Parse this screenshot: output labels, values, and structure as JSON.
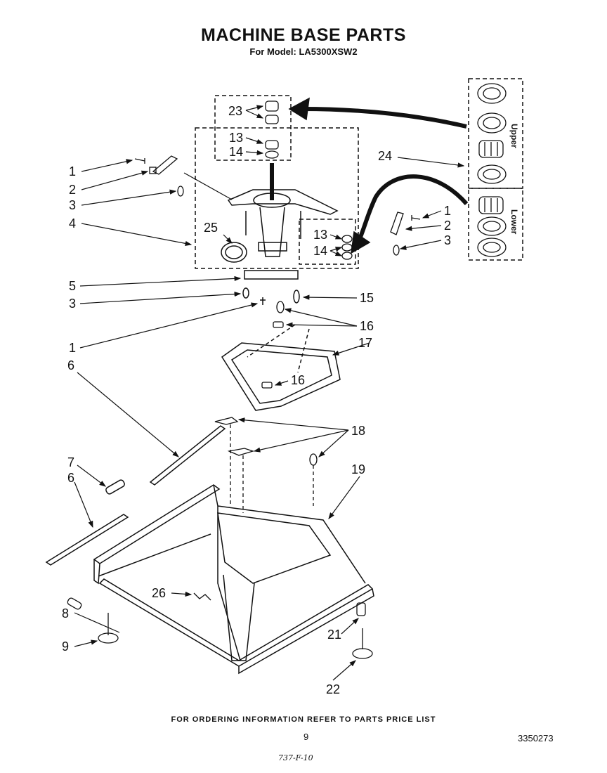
{
  "header": {
    "title": "MACHINE BASE PARTS",
    "subtitle": "For Model: LA5300XSW2"
  },
  "footer": {
    "ordering_note": "FOR ORDERING INFORMATION REFER TO PARTS PRICE LIST",
    "page_number": "9",
    "document_number": "3350273",
    "handwritten_note": "737-F-10"
  },
  "kit_labels": {
    "upper": "Upper",
    "lower": "Lower"
  },
  "callouts": {
    "c23": "23",
    "c13a": "13",
    "c14a": "14",
    "c24": "24",
    "c1a": "1",
    "c2a": "2",
    "c3a": "3",
    "c4": "4",
    "c25": "25",
    "c1b": "1",
    "c2b": "2",
    "c3b": "3",
    "c13b": "13",
    "c14b": "14",
    "c5": "5",
    "c3c": "3",
    "c15": "15",
    "c16a": "16",
    "c1c": "1",
    "c17": "17",
    "c6a": "6",
    "c16b": "16",
    "c18": "18",
    "c7": "7",
    "c19": "19",
    "c6b": "6",
    "c26": "26",
    "c8": "8",
    "c9": "9",
    "c21": "21",
    "c22": "22"
  },
  "colors": {
    "ink": "#111111",
    "paper": "#ffffff"
  }
}
